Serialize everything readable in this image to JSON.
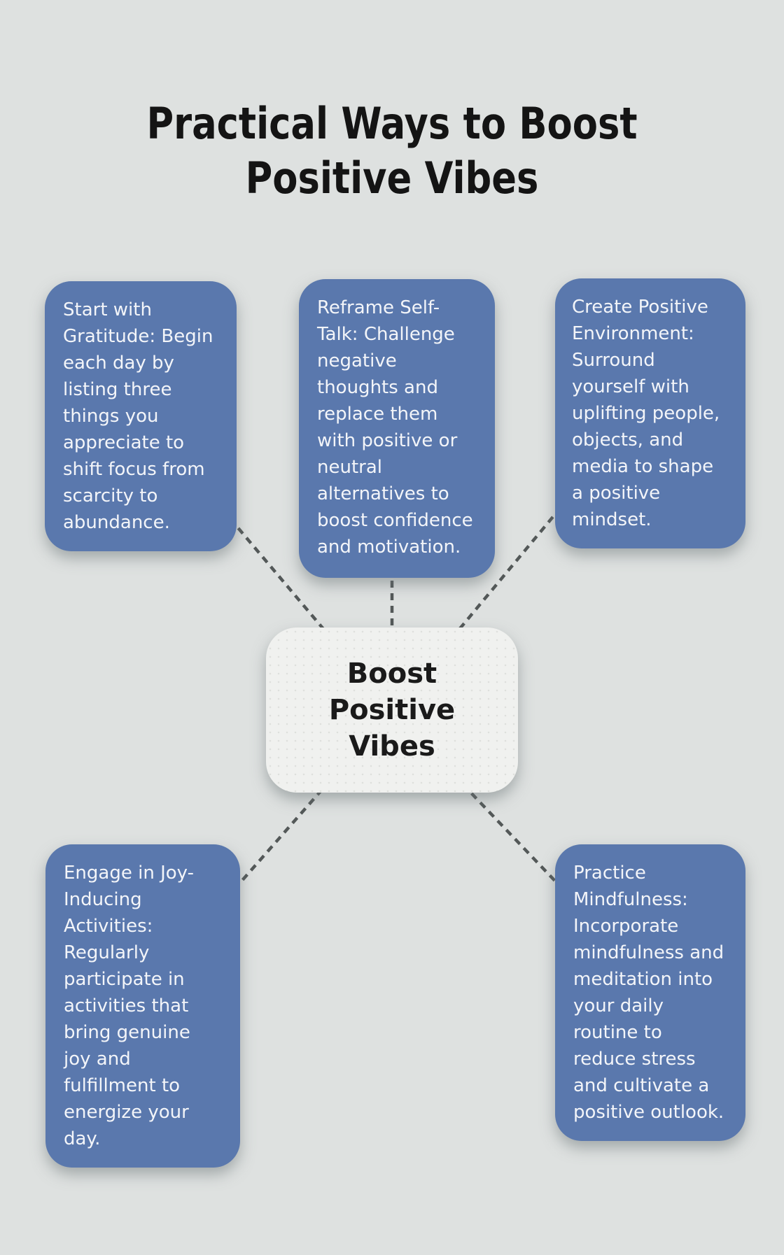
{
  "title": "Practical Ways to Boost Positive Vibes",
  "center_node": {
    "label": "Boost Positive Vibes"
  },
  "nodes": [
    {
      "id": "gratitude",
      "text": "Start with Gratitude: Begin each day by listing three things you appreciate to shift focus from scarcity to abundance."
    },
    {
      "id": "self-talk",
      "text": "Reframe Self-Talk: Challenge negative thoughts and replace them with positive or neutral alternatives to boost confidence and motivation."
    },
    {
      "id": "environment",
      "text": "Create Positive Environment: Surround yourself with uplifting people, objects, and media to shape a positive mindset."
    },
    {
      "id": "activities",
      "text": "Engage in Joy-Inducing Activities: Regularly participate in activities that bring genuine joy and fulfillment to energize your day."
    },
    {
      "id": "mindfulness",
      "text": "Practice Mindfulness: Incorporate mindfulness and meditation into your daily routine to reduce stress and cultivate a positive outlook."
    }
  ],
  "colors": {
    "background": "#dee1e0",
    "node_fill": "#5a78ad",
    "node_text": "#f3f5f9",
    "center_fill": "#f0f1ef",
    "center_text": "#1a1a1a",
    "connector": "#535858",
    "title_text": "#141414"
  }
}
